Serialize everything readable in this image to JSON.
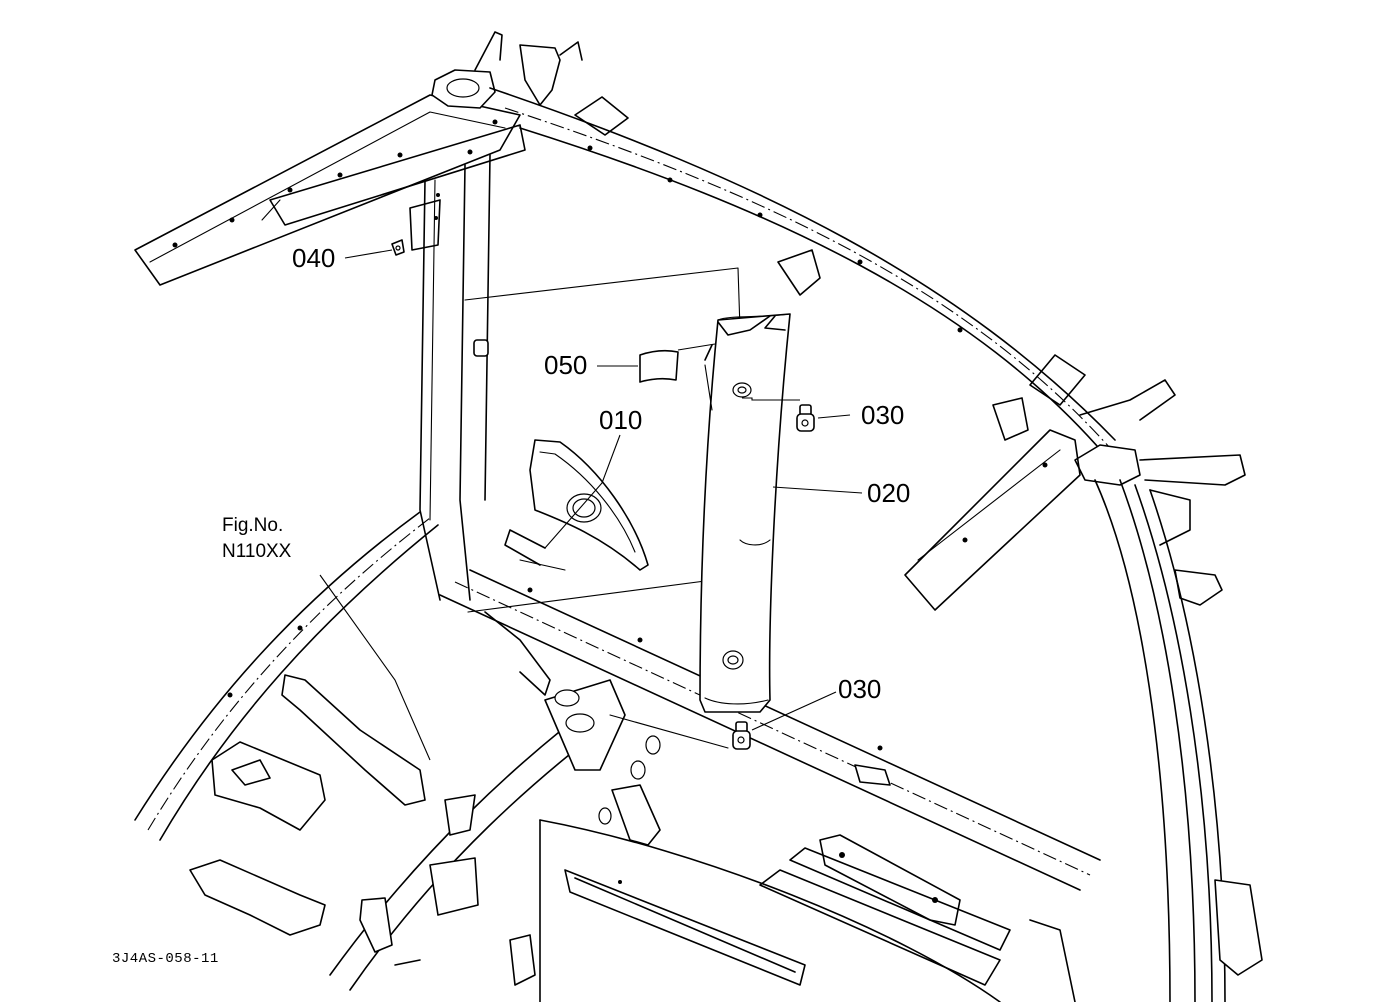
{
  "diagram": {
    "callouts": {
      "p010": "010",
      "p020": "020",
      "p030_upper": "030",
      "p030_lower": "030",
      "p040": "040",
      "p050": "050"
    },
    "fig_ref": {
      "line1": "Fig.No.",
      "line2": "N110XX"
    },
    "drawing_code": "3J4AS-058-11"
  }
}
